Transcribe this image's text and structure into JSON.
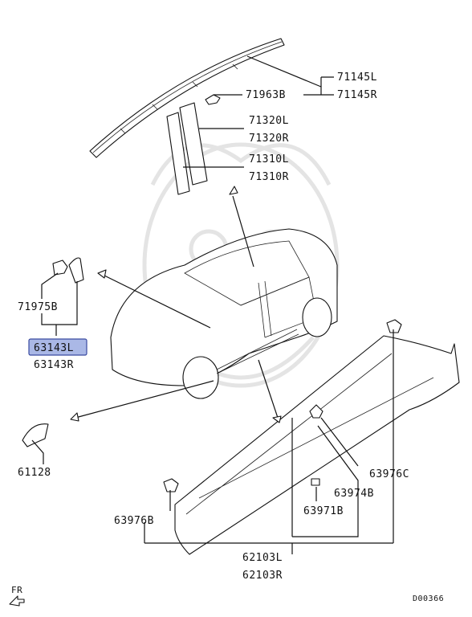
{
  "parts": {
    "p71145L": "71145L",
    "p71145R": "71145R",
    "p71963B": "71963B",
    "p71320L": "71320L",
    "p71320R": "71320R",
    "p71310L": "71310L",
    "p71310R": "71310R",
    "p71975B": "71975B",
    "p63143L": "63143L",
    "p63143R": "63143R",
    "p61128": "61128",
    "p63976C": "63976C",
    "p63974B": "63974B",
    "p63971B": "63971B",
    "p63976B": "63976B",
    "p62103L": "62103L",
    "p62103R": "62103R"
  },
  "direction_label": "FR",
  "diagram_code": "D00366",
  "colors": {
    "highlight": "#aab8e6",
    "line": "#111111"
  }
}
